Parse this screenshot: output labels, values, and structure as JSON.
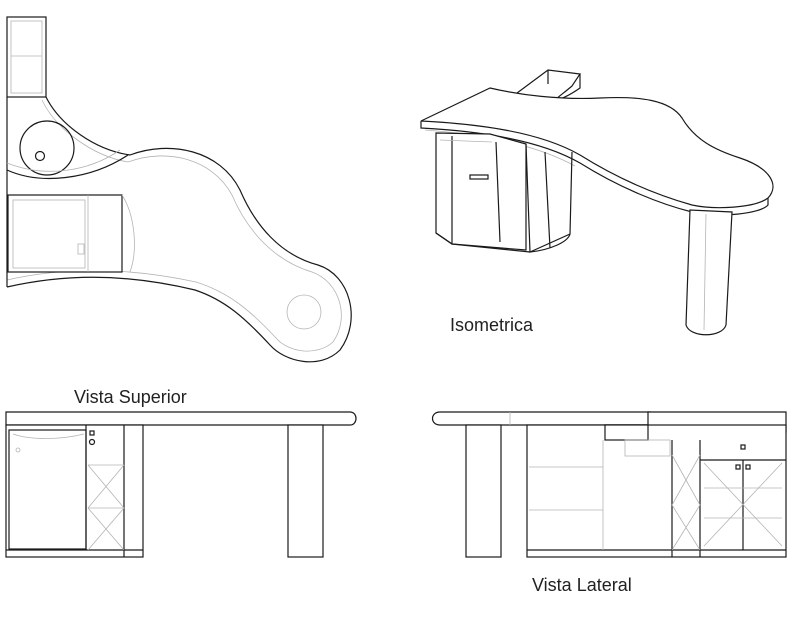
{
  "labels": {
    "top_view": "Vista Superior",
    "isometric": "Isometrica",
    "side_view": "Vista Lateral"
  },
  "colors": {
    "line": "#1a1a1a",
    "hidden_line": "#b4b4b4",
    "background": "#ffffff"
  }
}
